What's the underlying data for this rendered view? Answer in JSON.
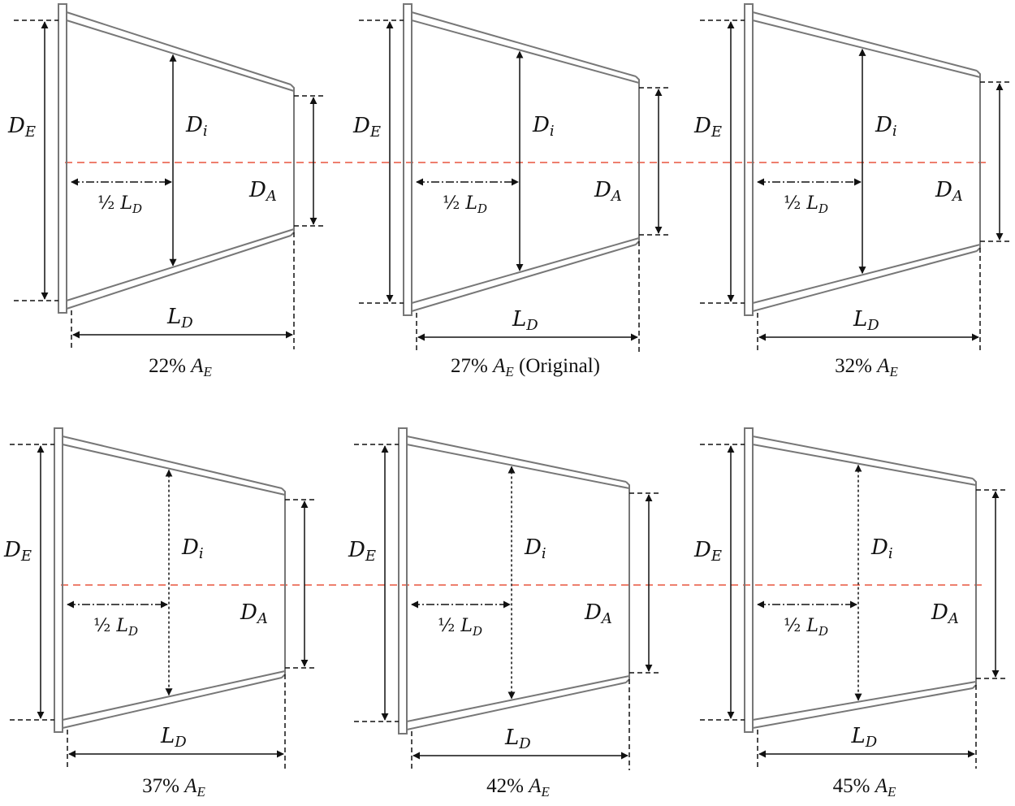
{
  "labels": {
    "entrance_diameter": "D",
    "entrance_sub": "E",
    "inner_diameter": "D",
    "inner_sub": "i",
    "exit_diameter": "D",
    "exit_sub": "A",
    "half": "½",
    "length": "L",
    "length_sub": "D"
  },
  "panels": [
    {
      "caption_value": "22%",
      "caption_var": "A",
      "caption_sub": "E",
      "caption_suffix": "",
      "exit_area_percent": 22
    },
    {
      "caption_value": "27%",
      "caption_var": "A",
      "caption_sub": "E",
      "caption_suffix": "(Original)",
      "exit_area_percent": 27
    },
    {
      "caption_value": "32%",
      "caption_var": "A",
      "caption_sub": "E",
      "caption_suffix": "",
      "exit_area_percent": 32
    },
    {
      "caption_value": "37%",
      "caption_var": "A",
      "caption_sub": "E",
      "caption_suffix": "",
      "exit_area_percent": 37
    },
    {
      "caption_value": "42%",
      "caption_var": "A",
      "caption_sub": "E",
      "caption_suffix": "",
      "exit_area_percent": 42
    },
    {
      "caption_value": "45%",
      "caption_var": "A",
      "caption_sub": "E",
      "caption_suffix": "",
      "exit_area_percent": 45
    }
  ],
  "colors": {
    "outline": "#777777",
    "dimension": "#111111",
    "centerline": "#e8553f"
  }
}
